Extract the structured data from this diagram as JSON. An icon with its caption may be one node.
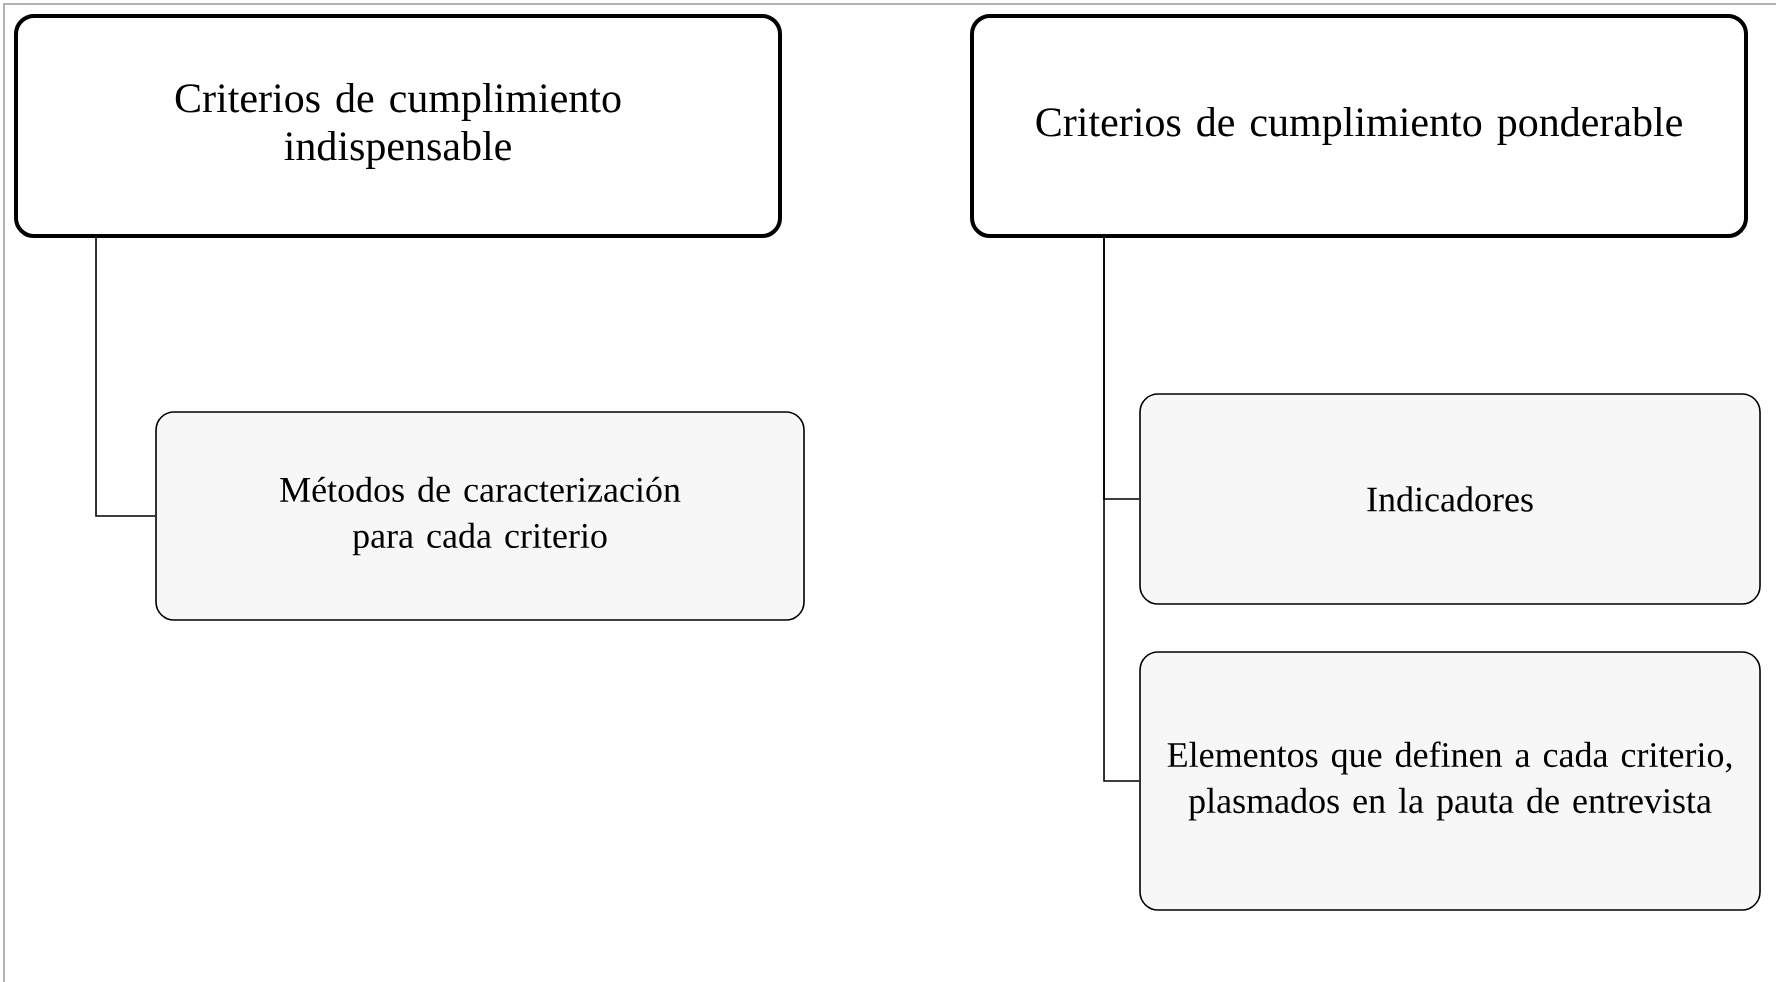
{
  "diagram": {
    "nodes": [
      {
        "text": [
          "Criterios de cumplimiento indispensable"
        ]
      },
      {
        "text": [
          "Métodos de caracterización para cada criterio"
        ]
      },
      {
        "text": [
          "Criterios de cumplimiento ponderable"
        ]
      },
      {
        "text": [
          "Indicadores"
        ]
      },
      {
        "text": [
          "Elementos que definen a cada criterio, plasmados en la pauta de entrevista"
        ]
      }
    ],
    "edges": [
      {
        "from": 0,
        "to": 1,
        "arrow": "none"
      },
      {
        "from": 2,
        "to": 3,
        "arrow": "none"
      },
      {
        "from": 2,
        "to": 4,
        "arrow": "none"
      }
    ]
  }
}
